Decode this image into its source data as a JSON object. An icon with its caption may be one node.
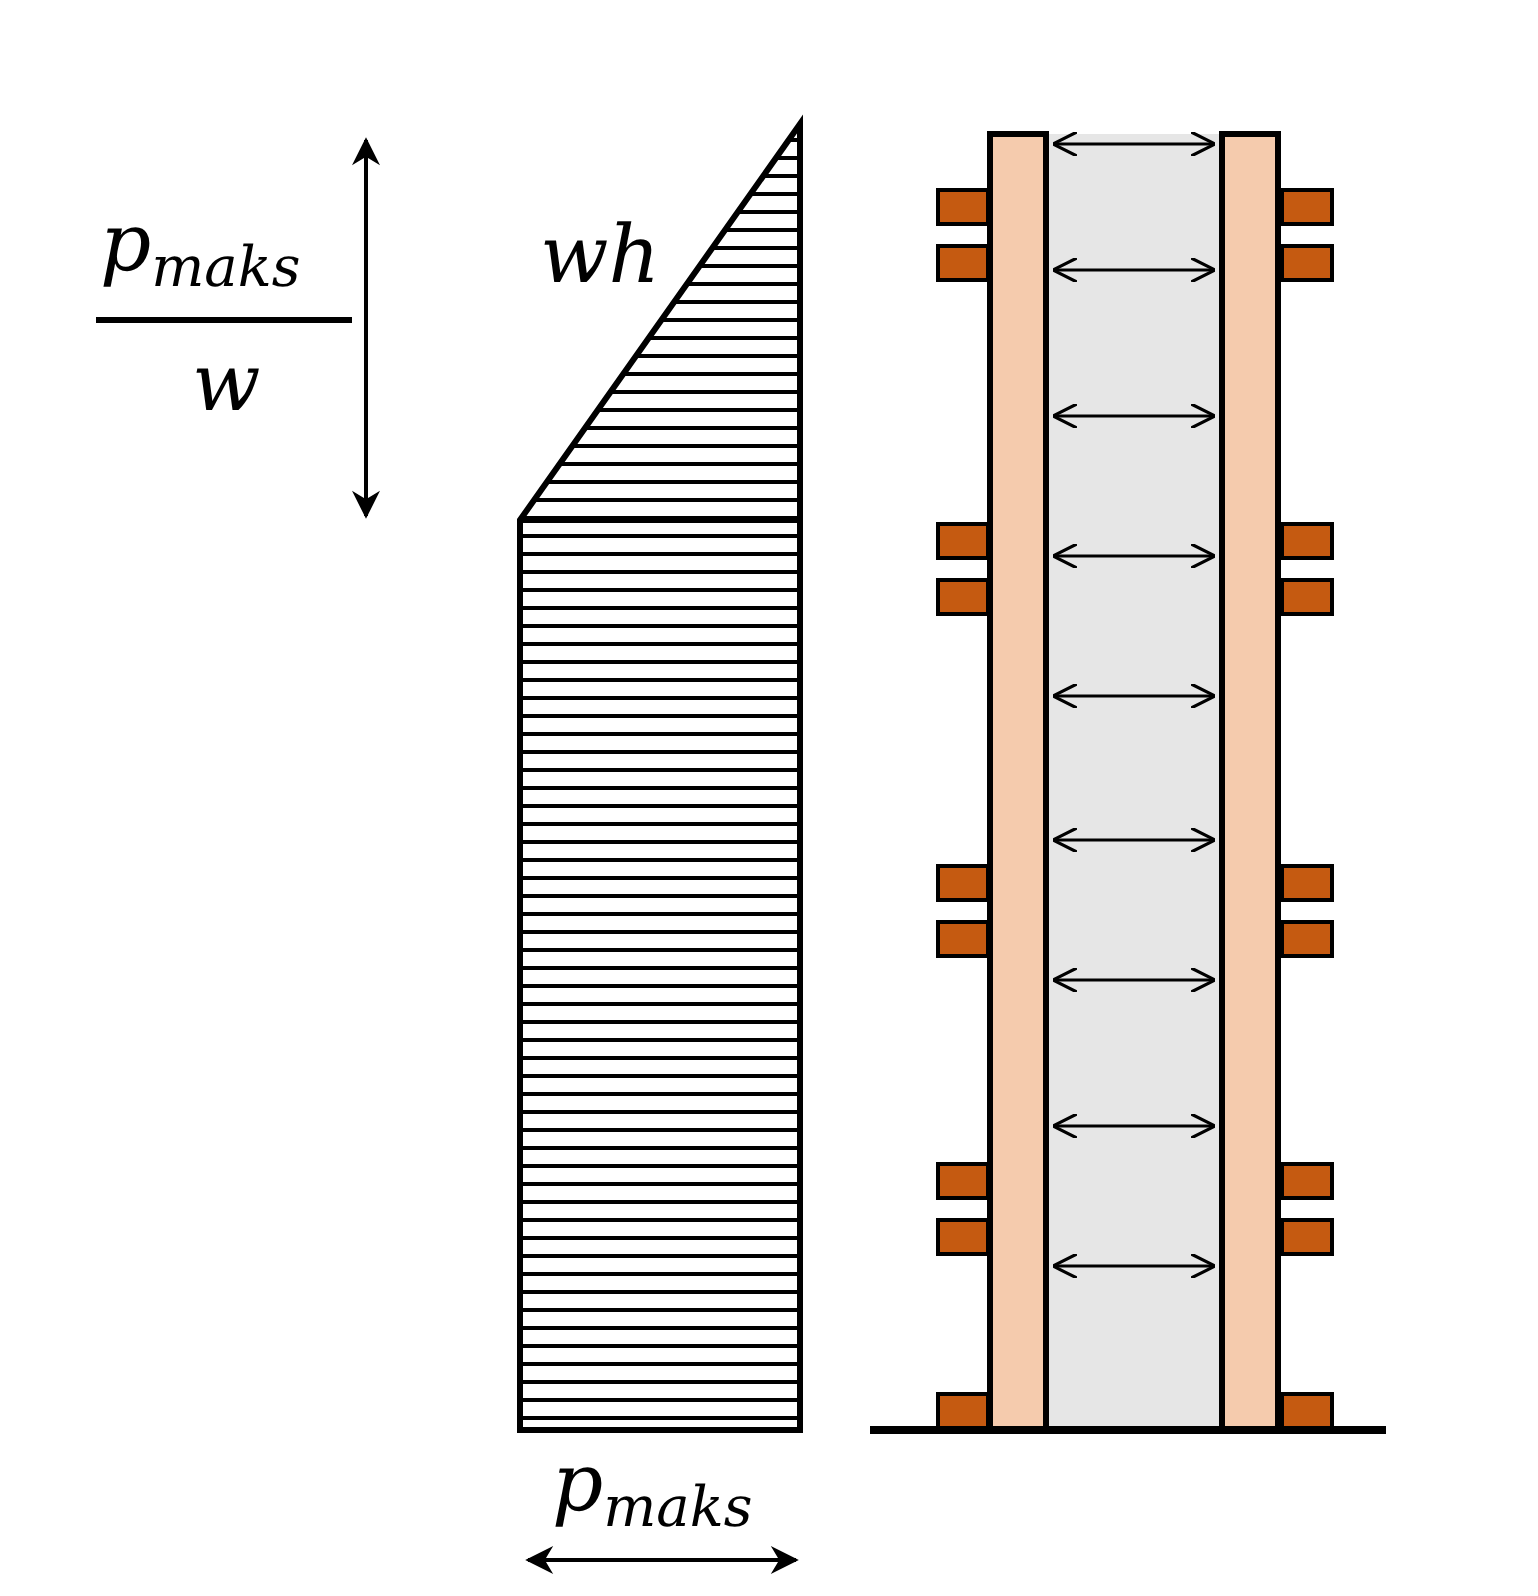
{
  "diagram": {
    "labels": [
      "p$_{maks}$",
      "w",
      "wh",
      "p$_{maks}$"
    ]
  }
}
